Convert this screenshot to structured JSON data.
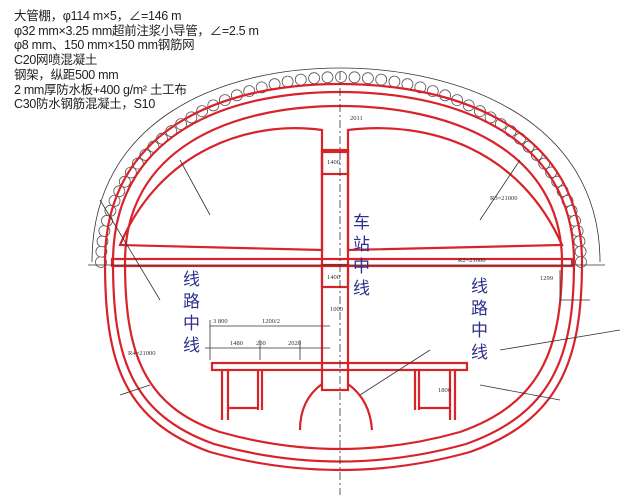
{
  "legend": [
    "大管棚，φ114 m×5，∠=146 m",
    "φ32 mm×3.25 mm超前注浆小导管，∠=2.5 m",
    "φ8 mm、150 mm×150 mm钢筋网",
    "C20网喷混凝土",
    "钢架，纵距500 mm",
    "2 mm厚防水板+400 g/m² 土工布",
    "C30防水钢筋混凝土，S10"
  ],
  "labels": {
    "station_centerline": [
      "车",
      "站",
      "中",
      "线"
    ],
    "line_centerline_left": [
      "线",
      "路",
      "中",
      "线"
    ],
    "line_centerline_right": [
      "线",
      "路",
      "中",
      "线"
    ]
  },
  "dimensions": [
    "1400",
    "1400",
    "1200/2",
    "1480",
    "200",
    "2020",
    "1000",
    "1800",
    "1299",
    "R2=21000",
    "R3=21000",
    "R4=21000",
    "2011",
    "3 800"
  ],
  "colors": {
    "lining": "#d8232a",
    "label": "#2e2f8f",
    "linework": "#333333"
  }
}
